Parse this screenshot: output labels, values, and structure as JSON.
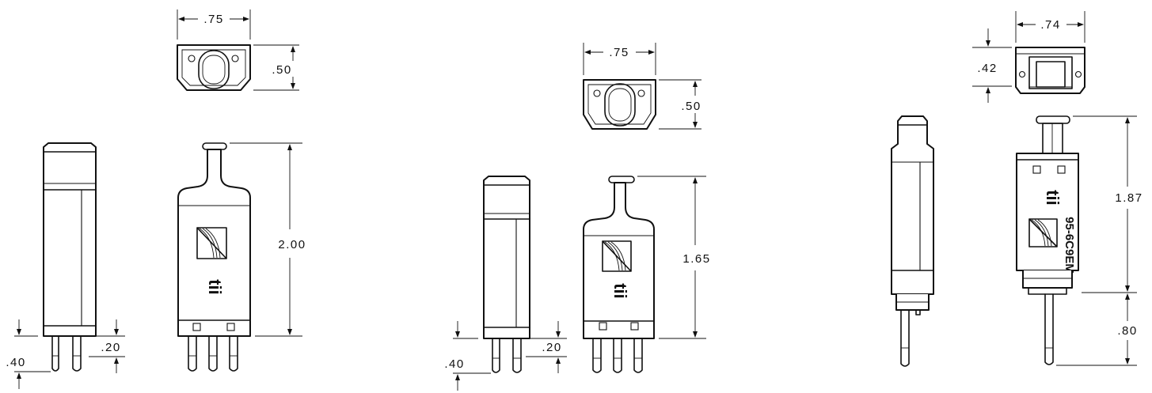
{
  "diagram": {
    "unit_1": {
      "top_width": ".75",
      "top_depth": ".50",
      "body_height": "2.00",
      "pin_length": ".40",
      "pin_inset": ".20",
      "brand_mark": "tii"
    },
    "unit_2": {
      "top_width": ".75",
      "top_depth": ".50",
      "body_height": "1.65",
      "pin_length": ".40",
      "pin_inset": ".20",
      "brand_mark": "tii"
    },
    "unit_3": {
      "top_width": ".74",
      "top_depth": ".42",
      "body_height": "1.87",
      "pin_length": ".80",
      "brand_mark": "tii",
      "model_number": "95-6C9EM"
    }
  }
}
